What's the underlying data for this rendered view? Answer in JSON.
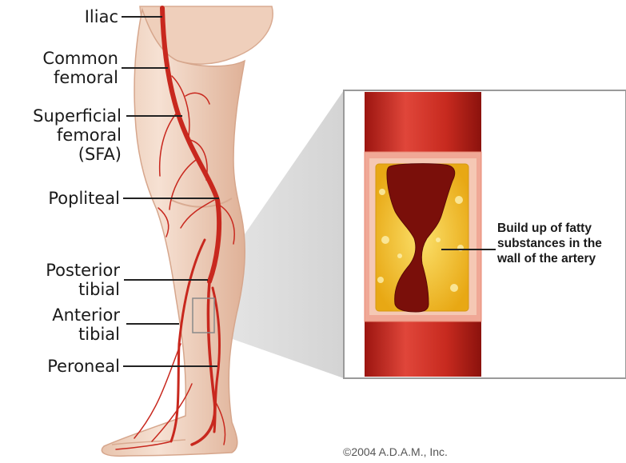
{
  "labels": {
    "iliac": "Iliac",
    "common_femoral": "Common\nfemoral",
    "superficial_femoral": "Superficial\nfemoral\n(SFA)",
    "popliteal": "Popliteal",
    "posterior_tibial": "Posterior\ntibial",
    "anterior_tibial": "Anterior\ntibial",
    "peroneal": "Peroneal"
  },
  "callout": "Build up of fatty\nsubstances in the\nwall of the artery",
  "copyright": "©2004 A.D.A.M., Inc.",
  "colors": {
    "artery": "#c8281e",
    "artery_dark": "#8e1410",
    "skin": "#f3d8c6",
    "skin_shadow": "#e2b9a0",
    "plaque": "#f4c21a",
    "lumen": "#7a0f0a",
    "frame": "#9a9a9a",
    "leader": "#222222"
  }
}
